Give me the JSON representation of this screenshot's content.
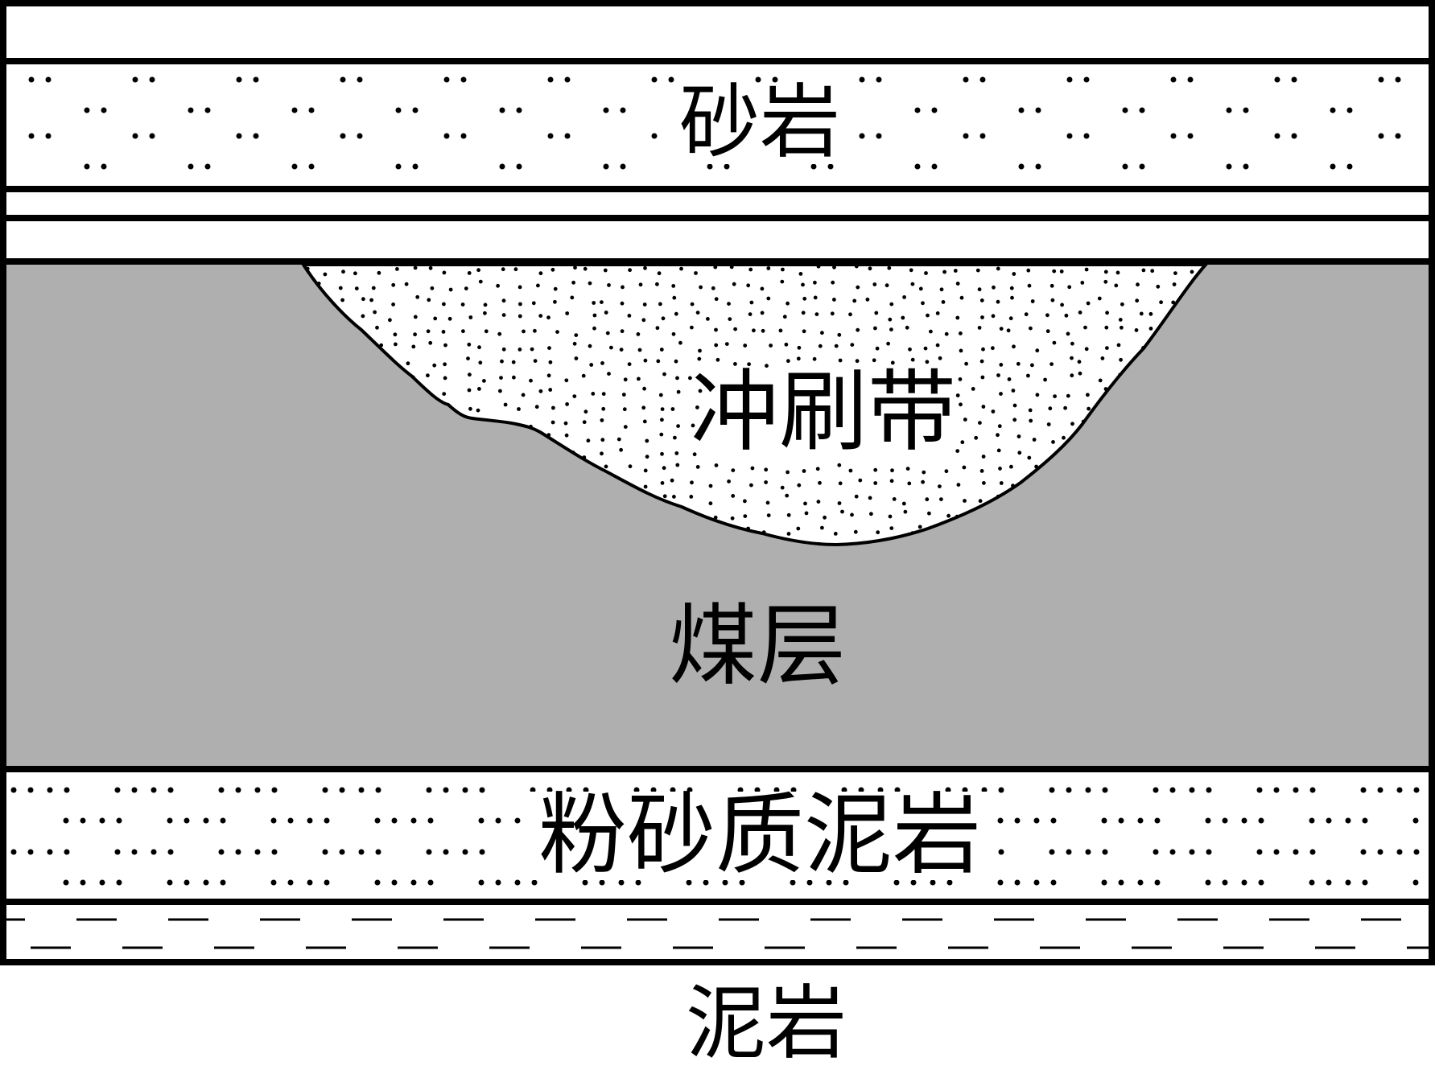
{
  "labels": {
    "sandstone": "砂岩",
    "scour_zone": "冲刷带",
    "coal_seam": "煤层",
    "silty_mudstone": "粉砂质泥岩",
    "mudstone": "泥岩"
  },
  "colors": {
    "coal_seam": "#afafaf",
    "line": "#000000",
    "background": "#ffffff"
  }
}
